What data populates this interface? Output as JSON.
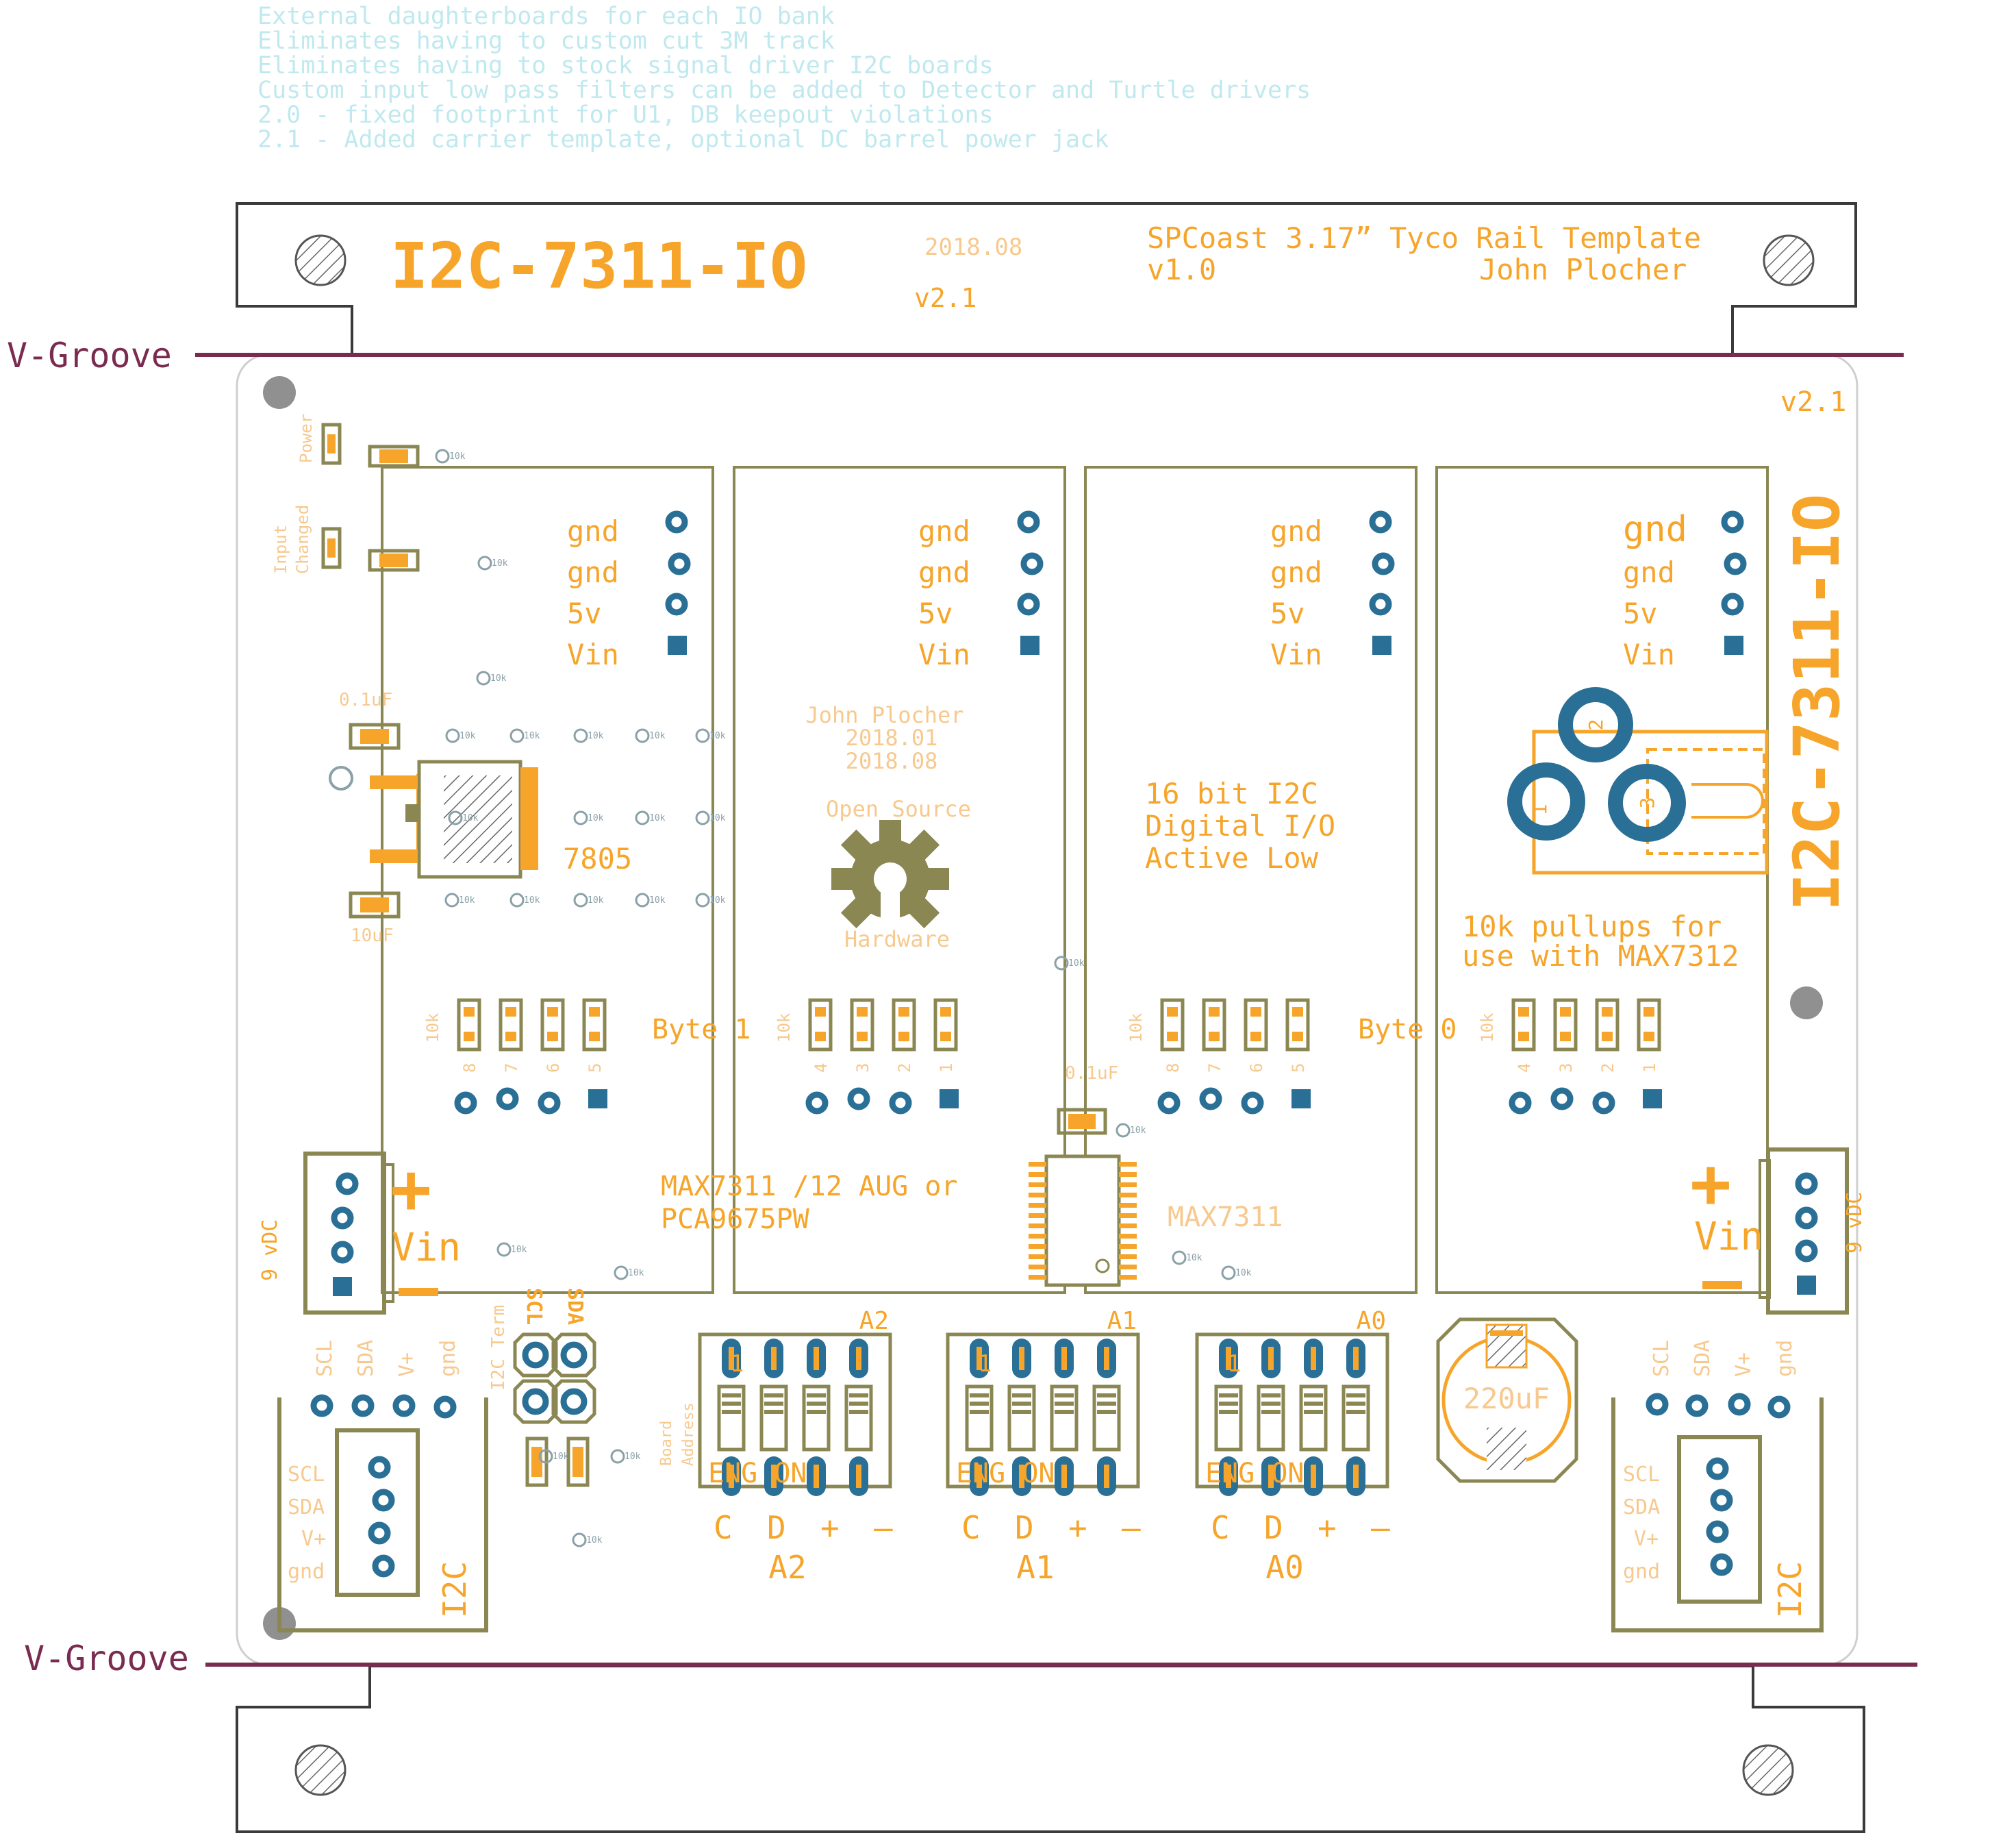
{
  "notes": [
    "External daughterboards for each IO bank",
    "Eliminates having to custom cut 3M track",
    "Eliminates having to stock signal driver I2C boards",
    "Custom input low pass filters can be added to Detector and Turtle drivers",
    "2.0 - fixed footprint for U1, DB keepout violations",
    "2.1 - Added carrier template, optional DC barrel power jack"
  ],
  "template": {
    "title": "I2C-7311-IO",
    "date": "2018.08",
    "version": "v2.1",
    "info_line1": "SPCoast 3.17” Tyco Rail Template",
    "info_version": "v1.0",
    "info_author": "John Plocher"
  },
  "vgroove": {
    "top": "V-Groove",
    "bottom": "V-Groove"
  },
  "board": {
    "version": "v2.1",
    "side_title": "I2C-7311-IO",
    "led_power": "Power",
    "led_input_line1": "Input",
    "led_input_line2": "Changed",
    "power_labels": [
      "gnd",
      "gnd",
      "5v",
      "Vin"
    ],
    "cap_small": "0.1uF",
    "cap_10": "10uF",
    "regulator": "7805",
    "author": "John Plocher",
    "date1": "2018.01",
    "date2": "2018.08",
    "oshw_top": "Open Source",
    "oshw_bottom": "Hardware",
    "desc_line1": "16 bit I2C",
    "desc_line2": "Digital I/O",
    "desc_line3": "Active Low",
    "pullup_line1": "10k pullups for",
    "pullup_line2": "use with MAX7312",
    "byte1": "Byte 1",
    "byte0": "Byte 0",
    "res_label": "10k",
    "bank_pins_hi": [
      "8",
      "7",
      "6",
      "5"
    ],
    "bank_pins_lo": [
      "4",
      "3",
      "2",
      "1"
    ],
    "cap_ic": "0.1uF",
    "chip_line1": "MAX7311 /12 AUG or",
    "chip_line2": "PCA9675PW",
    "chip_label": "MAX7311",
    "plus": "+",
    "minus": "—",
    "vin": "Vin",
    "vdc": "9 vDC",
    "barrel_pins": [
      "1",
      "2",
      "3"
    ],
    "i2c_pins": [
      "SCL",
      "SDA",
      "V+",
      "gnd"
    ],
    "i2c_label": "I2C",
    "i2c_term": "I2C Term",
    "scl": "SCL",
    "sda": "SDA",
    "board_addr_line1": "Board",
    "board_addr_line2": "Address",
    "dip_label_top": [
      "A2",
      "A1",
      "A0"
    ],
    "dip_on_num": "1",
    "dip_text": "ENG   ON",
    "dip_pins": [
      "C",
      "D",
      "+",
      "—"
    ],
    "dip_label_bottom": [
      "A2",
      "A1",
      "A0"
    ],
    "electrolytic": "220uF",
    "via_label": "10k"
  }
}
